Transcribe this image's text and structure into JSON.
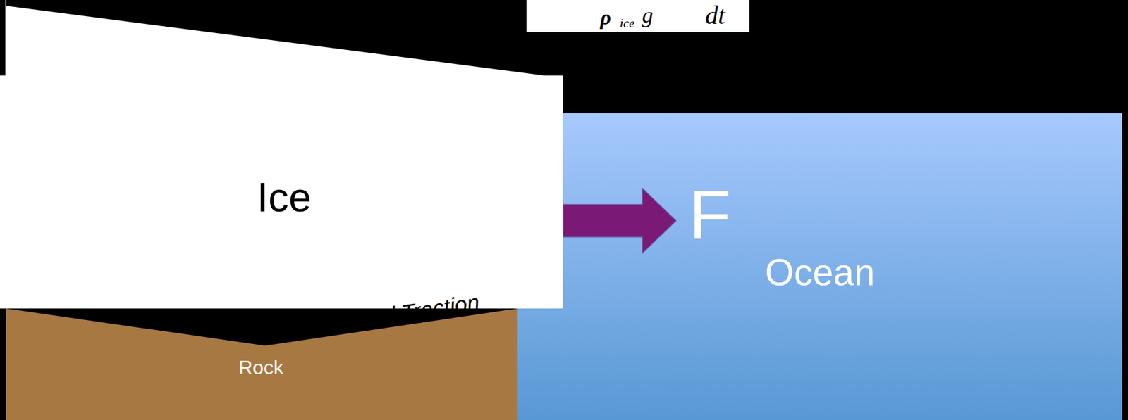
{
  "diagram": {
    "nodes": [
      {
        "text": [
          "Ice"
        ]
      },
      {
        "text": [
          "Ocean"
        ]
      },
      {
        "text": [
          "Rock"
        ]
      }
    ],
    "edges": [
      {
        "from": 0,
        "to": 1,
        "label": "F",
        "arrow": "to"
      }
    ],
    "labels": [
      "Basal Traction",
      "ρ",
      "ice",
      "g",
      "dt"
    ]
  }
}
